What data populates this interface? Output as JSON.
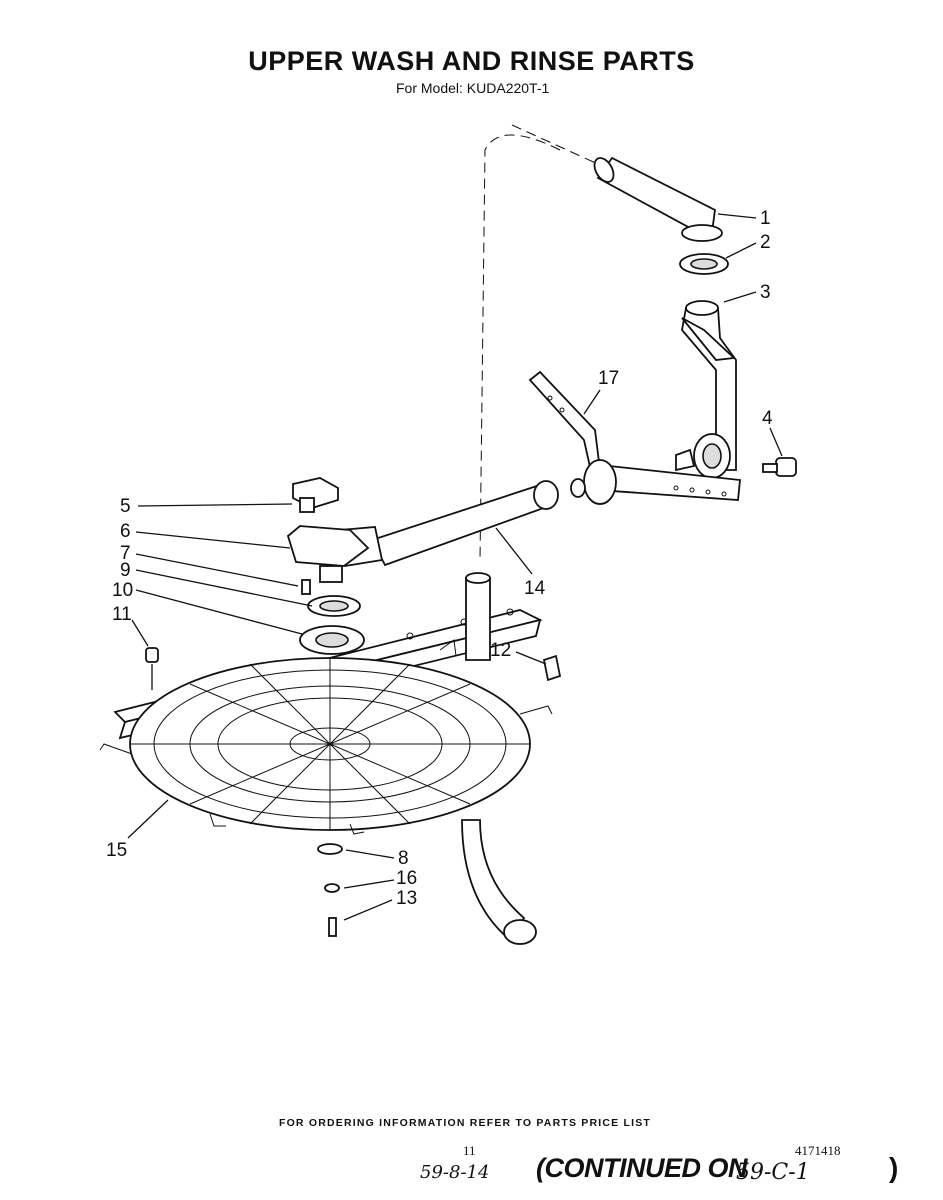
{
  "header": {
    "title": "UPPER WASH AND RINSE PARTS",
    "subtitle": "For Model: KUDA220T-1"
  },
  "diagram": {
    "callouts": [
      "1",
      "2",
      "3",
      "4",
      "5",
      "6",
      "7",
      "9",
      "10",
      "11",
      "12",
      "14",
      "15",
      "17",
      "8",
      "16",
      "13"
    ]
  },
  "footer": {
    "ordering_note": "FOR ORDERING INFORMATION REFER TO PARTS PRICE LIST",
    "page_number": "11",
    "part_number": "4171418",
    "handwritten_left": "59-8-14",
    "continued_label": "(CONTINUED ON",
    "handwritten_right": "59-C-1",
    "closing_paren": ")"
  }
}
